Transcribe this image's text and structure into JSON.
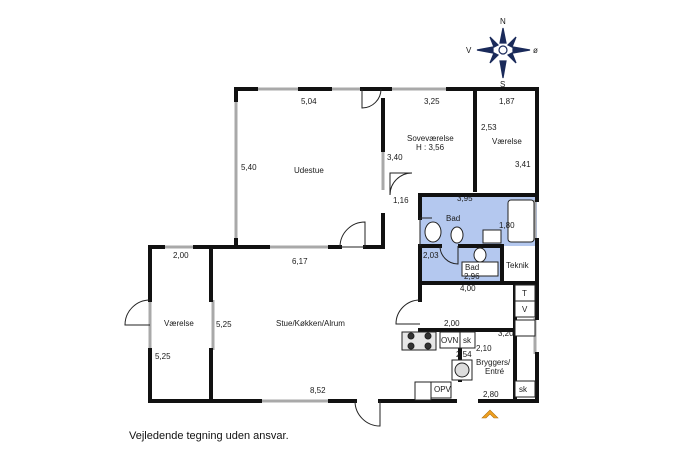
{
  "compass": {
    "n": "N",
    "s": "S",
    "v": "V",
    "o": "ø"
  },
  "rooms": {
    "udestue": "Udestue",
    "sovevaerelse": "Soveværelse",
    "sovevaerelse_height": "H : 3,56",
    "vaerelse_ne": "Værelse",
    "bad1": "Bad",
    "bad2": "Bad",
    "bad2_size": "2,96",
    "teknik": "Teknik",
    "vaerelse_w": "Værelse",
    "stue": "Stue/Køkken/Alrum",
    "bryggers": "Bryggers/",
    "entre": "Entré"
  },
  "fixtures": {
    "ovn": "OVN",
    "sk1": "sk",
    "sk2": "sk",
    "opv": "OPV",
    "t": "T",
    "v": "V"
  },
  "dims": {
    "d504": "5,04",
    "d325": "3,25",
    "d187": "1,87",
    "d253": "2,53",
    "d540": "5,40",
    "d340": "3,40",
    "d341": "3,41",
    "d116": "1,16",
    "d395": "3,95",
    "d180": "1,80",
    "d203": "2,03",
    "d200a": "2,00",
    "d617": "6,17",
    "d400": "4,00",
    "d525a": "5,25",
    "d525b": "5,25",
    "d200b": "2,00",
    "d320": "3,20",
    "d210": "2,10",
    "d254": "2,54",
    "d852": "8,52",
    "d280": "2,80"
  },
  "colors": {
    "bath": "#b4c8ef",
    "wall": "#111111",
    "window": "#a9a9a9"
  },
  "disclaimer": "Vejledende tegning uden ansvar."
}
